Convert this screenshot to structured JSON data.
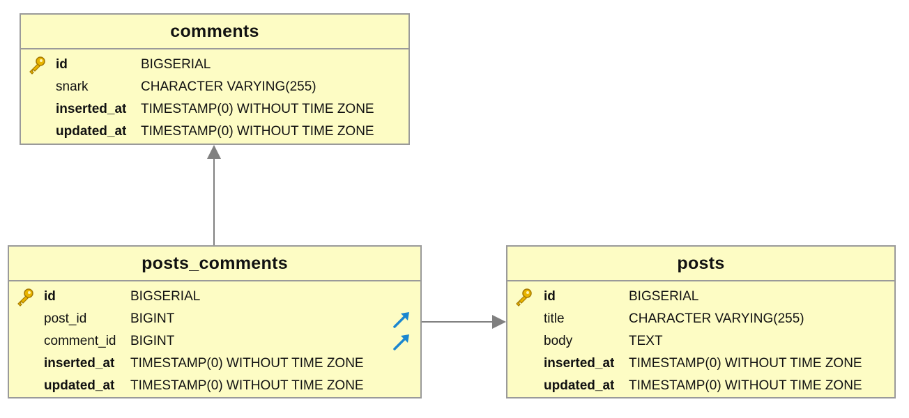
{
  "tables": [
    {
      "name": "comments",
      "columns": [
        {
          "name": "id",
          "type": "BIGSERIAL",
          "bold": true,
          "pk": true,
          "fk": false
        },
        {
          "name": "snark",
          "type": "CHARACTER VARYING(255)",
          "bold": false,
          "pk": false,
          "fk": false
        },
        {
          "name": "inserted_at",
          "type": "TIMESTAMP(0) WITHOUT TIME ZONE",
          "bold": true,
          "pk": false,
          "fk": false
        },
        {
          "name": "updated_at",
          "type": "TIMESTAMP(0) WITHOUT TIME ZONE",
          "bold": true,
          "pk": false,
          "fk": false
        }
      ]
    },
    {
      "name": "posts_comments",
      "columns": [
        {
          "name": "id",
          "type": "BIGSERIAL",
          "bold": true,
          "pk": true,
          "fk": false
        },
        {
          "name": "post_id",
          "type": "BIGINT",
          "bold": false,
          "pk": false,
          "fk": true
        },
        {
          "name": "comment_id",
          "type": "BIGINT",
          "bold": false,
          "pk": false,
          "fk": true
        },
        {
          "name": "inserted_at",
          "type": "TIMESTAMP(0) WITHOUT TIME ZONE",
          "bold": true,
          "pk": false,
          "fk": false
        },
        {
          "name": "updated_at",
          "type": "TIMESTAMP(0) WITHOUT TIME ZONE",
          "bold": true,
          "pk": false,
          "fk": false
        }
      ]
    },
    {
      "name": "posts",
      "columns": [
        {
          "name": "id",
          "type": "BIGSERIAL",
          "bold": true,
          "pk": true,
          "fk": false
        },
        {
          "name": "title",
          "type": "CHARACTER VARYING(255)",
          "bold": false,
          "pk": false,
          "fk": false
        },
        {
          "name": "body",
          "type": "TEXT",
          "bold": false,
          "pk": false,
          "fk": false
        },
        {
          "name": "inserted_at",
          "type": "TIMESTAMP(0) WITHOUT TIME ZONE",
          "bold": true,
          "pk": false,
          "fk": false
        },
        {
          "name": "updated_at",
          "type": "TIMESTAMP(0) WITHOUT TIME ZONE",
          "bold": true,
          "pk": false,
          "fk": false
        }
      ]
    }
  ],
  "relationships": [
    {
      "from": "posts_comments",
      "to": "comments"
    },
    {
      "from": "posts_comments",
      "to": "posts"
    }
  ],
  "colors": {
    "table_fill": "#fdfcc4",
    "table_border": "#9a9a9a",
    "connector": "#808080",
    "key_icon": "#e0a800",
    "fk_icon": "#1a86d0"
  }
}
